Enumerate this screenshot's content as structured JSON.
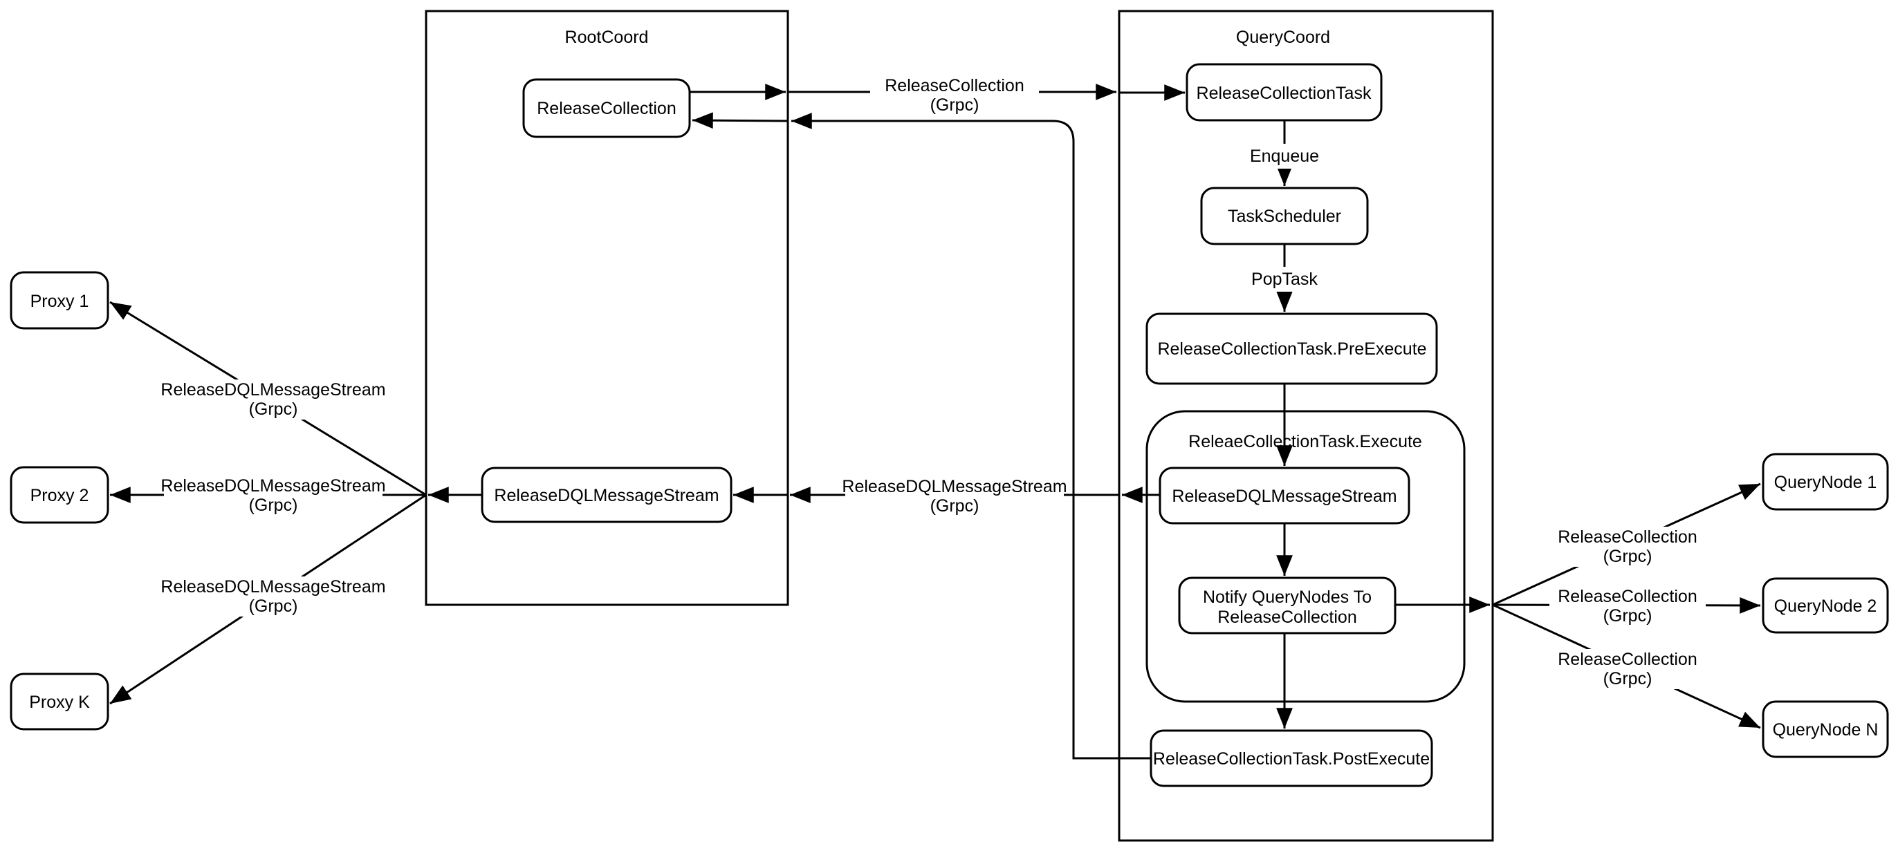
{
  "diagram": {
    "background_color": "#ffffff",
    "line_color": "#000000",
    "containers": {
      "root_coord": {
        "title": "RootCoord"
      },
      "query_coord": {
        "title": "QueryCoord"
      },
      "execute_group": {
        "title": "ReleaeCollectionTask.Execute"
      }
    },
    "nodes": {
      "release_collection": {
        "label": "ReleaseCollection"
      },
      "release_collection_task": {
        "label": "ReleaseCollectionTask"
      },
      "task_scheduler": {
        "label": "TaskScheduler"
      },
      "pre_execute": {
        "label": "ReleaseCollectionTask.PreExecute"
      },
      "release_dql_execute": {
        "label": "ReleaseDQLMessageStream"
      },
      "notify_querynodes": {
        "line1": "Notify QueryNodes To",
        "line2": "ReleaseCollection"
      },
      "post_execute": {
        "label": "ReleaseCollectionTask.PostExecute"
      },
      "release_dql_root": {
        "label": "ReleaseDQLMessageStream"
      },
      "proxy_1": {
        "label": "Proxy 1"
      },
      "proxy_2": {
        "label": "Proxy 2"
      },
      "proxy_k": {
        "label": "Proxy K"
      },
      "query_node_1": {
        "label": "QueryNode 1"
      },
      "query_node_2": {
        "label": "QueryNode 2"
      },
      "query_node_n": {
        "label": "QueryNode N"
      }
    },
    "edge_labels": {
      "enqueue": "Enqueue",
      "pop_task": "PopTask",
      "rc_grpc_top": {
        "line1": "ReleaseCollection",
        "line2": "(Grpc)"
      },
      "dql_grpc_mid": {
        "line1": "ReleaseDQLMessageStream",
        "line2": "(Grpc)"
      },
      "dql_grpc_proxy1": {
        "line1": "ReleaseDQLMessageStream",
        "line2": "(Grpc)"
      },
      "dql_grpc_proxy2": {
        "line1": "ReleaseDQLMessageStream",
        "line2": "(Grpc)"
      },
      "dql_grpc_proxyk": {
        "line1": "ReleaseDQLMessageStream",
        "line2": "(Grpc)"
      },
      "rc_grpc_qn1": {
        "line1": "ReleaseCollection",
        "line2": "(Grpc)"
      },
      "rc_grpc_qn2": {
        "line1": "ReleaseCollection",
        "line2": "(Grpc)"
      },
      "rc_grpc_qnn": {
        "line1": "ReleaseCollection",
        "line2": "(Grpc)"
      }
    }
  }
}
